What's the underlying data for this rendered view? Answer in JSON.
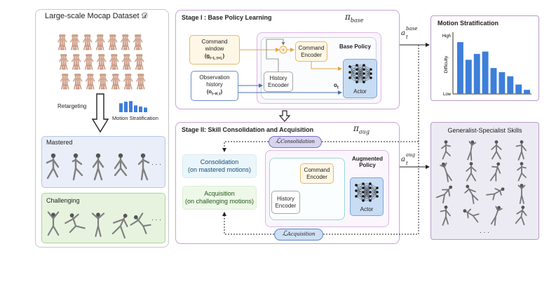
{
  "left": {
    "title": "Large-scale Mocap Dataset 𝒟",
    "retargeting": "Retargeting",
    "motion_strat_label": "Motion Stratification",
    "mastered_title": "Mastered",
    "challenging_title": "Challenging",
    "ellipsis": "· · ·"
  },
  "stage1": {
    "title": "Stage I : Base Policy Learning",
    "pi": "π",
    "pi_sub": "base",
    "command_window": "Command\nwindow",
    "command_window_sym": "(g",
    "command_window_sub": "t−L:t+L",
    "command_window_close": ")",
    "observation_history": "Observation\nhistory",
    "observation_sym": "(o",
    "observation_sub": "t−K:t",
    "observation_close": ")",
    "command_encoder": "Command\nEncoder",
    "history_encoder": "History\nEncoder",
    "base_policy": "Base Policy",
    "ot": "o",
    "ot_sub": "t",
    "actor": "Actor"
  },
  "stage2": {
    "title": "Stage II: Skill Consolidation and Acquisition",
    "pi": "π",
    "pi_sub": "aug",
    "consolidation": "Consolidation\n(on mastered motions)",
    "acquisition": "Acquisition\n(on challenging motions)",
    "command_encoder": "Command\nEncoder",
    "history_encoder": "History\nEncoder",
    "augmented_policy": "Augmented\nPolicy",
    "actor": "Actor",
    "l_consolidation": "ℒ",
    "l_consolidation_sub": "Consolidation",
    "l_acquisition": "ℒ",
    "l_acquisition_sub": "Acquisition"
  },
  "arrows": {
    "a_base": "a",
    "a_base_sup": "base",
    "a_base_sub": "t",
    "a_aug": "a",
    "a_aug_sup": "aug",
    "a_aug_sub": "t"
  },
  "motion_stratification": {
    "title": "Motion Stratification",
    "y_high": "High",
    "y_low": "Low",
    "ylabel": "Difficulty"
  },
  "skills": {
    "title": "Generalist-Specialist Skills",
    "ellipsis": "· · ·"
  },
  "chart_data": {
    "type": "bar",
    "title": "Motion Stratification",
    "xlabel": "",
    "ylabel": "Difficulty",
    "y_tick_labels": [
      "Low",
      "High"
    ],
    "ylim": [
      0,
      1
    ],
    "values": [
      0.88,
      0.58,
      0.68,
      0.72,
      0.44,
      0.37,
      0.3,
      0.16,
      0.07
    ],
    "color": "#3d7fd9"
  },
  "colors": {
    "stage_border": "#c9a3d6",
    "command_fill": "#fff7e6",
    "command_border": "#e8b86a",
    "observation_border": "#6a8fc9",
    "history_border": "#a8a8a8",
    "actor_fill": "#c8dcf3",
    "mastered_fill": "#e9eef8",
    "challenging_fill": "#e7f3df",
    "chart_bar": "#3d7fd9"
  }
}
